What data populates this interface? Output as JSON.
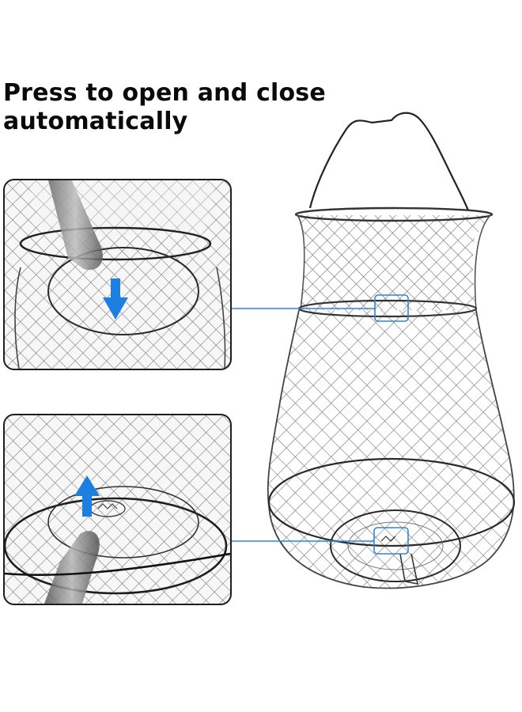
{
  "headline": {
    "line1": "Press to open and close",
    "line2": "automatically"
  },
  "callouts": [
    {
      "id": "top",
      "arrow_direction": "down",
      "icon": "arrow-down-icon"
    },
    {
      "id": "bottom",
      "arrow_direction": "up",
      "icon": "arrow-up-icon"
    }
  ],
  "colors": {
    "arrow": "#1d7fe0",
    "leader_line": "#2f86d6",
    "frame": "#1e1e1e",
    "mesh": "#8a8a8a"
  }
}
